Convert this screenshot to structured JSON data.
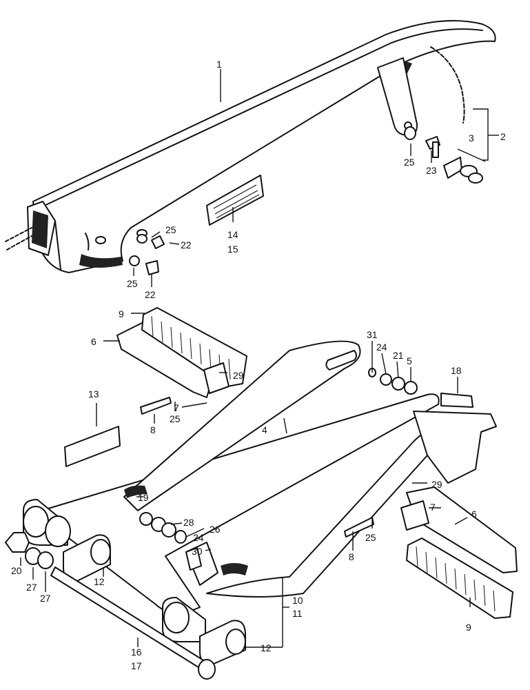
{
  "diagram": {
    "callouts": {
      "c1": "1",
      "c2": "2",
      "c3": "3",
      "c4": "4",
      "c5": "5",
      "c6a": "6",
      "c6b": "6",
      "c7a": "7",
      "c7b": "7",
      "c8a": "8",
      "c8b": "8",
      "c9a": "9",
      "c9b": "9",
      "c10": "10",
      "c11": "11",
      "c12a": "12",
      "c12b": "12",
      "c13": "13",
      "c14": "14",
      "c15": "15",
      "c16": "16",
      "c17": "17",
      "c18": "18",
      "c19": "19",
      "c20": "20",
      "c21": "21",
      "c22a": "22",
      "c22b": "22",
      "c23": "23",
      "c24a": "24",
      "c24b": "24",
      "c25a": "25",
      "c25b": "25",
      "c25c": "25",
      "c25d": "25",
      "c25e": "25",
      "c26": "26",
      "c27a": "27",
      "c27b": "27",
      "c28": "28",
      "c29a": "29",
      "c29b": "29",
      "c30": "30",
      "c31": "31"
    }
  }
}
